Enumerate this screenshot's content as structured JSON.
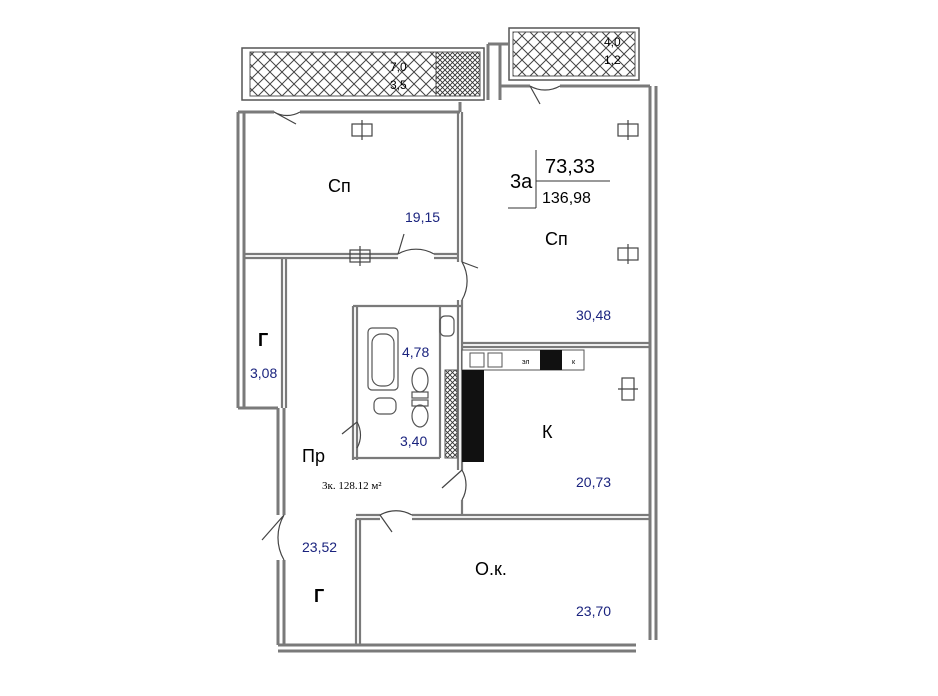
{
  "apartment": {
    "type": "3а",
    "living_area": "73,33",
    "total_area": "136,98",
    "caption": "3к. 128.12 м²"
  },
  "rooms": {
    "bedroom_top_left": {
      "name": "Сп",
      "area": "19,15"
    },
    "bedroom_top_right": {
      "name": "Сп",
      "area": "30,48"
    },
    "wardrobe_left": {
      "name": "Г",
      "area": "3,08"
    },
    "bathroom": {
      "area": "4,78"
    },
    "wc": {
      "area": "3,40"
    },
    "hall": {
      "name": "Пр",
      "area": "23,52"
    },
    "kitchen": {
      "name": "К",
      "area": "20,73"
    },
    "wardrobe_bottom": {
      "name": "Г"
    },
    "living_room": {
      "name": "О.к.",
      "area": "23,70"
    }
  },
  "balconies": {
    "left": {
      "area": "7,0",
      "reduced": "3,5"
    },
    "right": {
      "area": "4,0",
      "reduced": "1,2"
    }
  },
  "stove_labels": {
    "left": "эл",
    "right": "к"
  },
  "colors": {
    "walls": "#7a7a7a",
    "area_text": "#1a237e",
    "hatch": "#333333"
  }
}
